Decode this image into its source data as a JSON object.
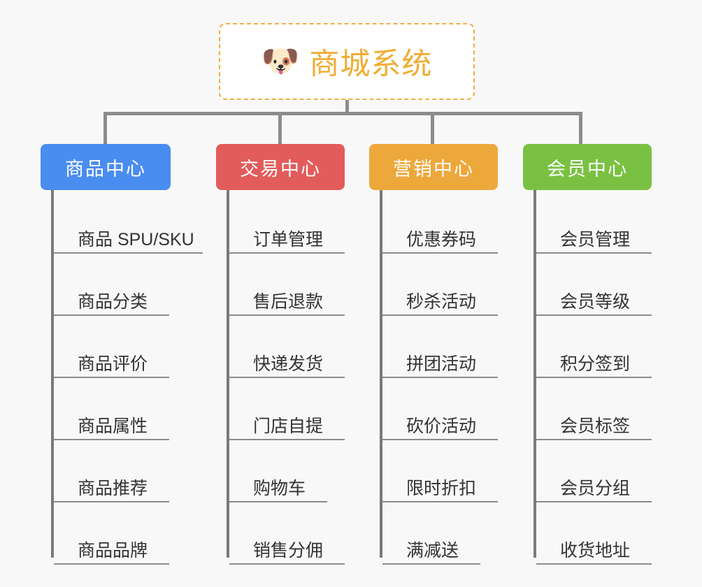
{
  "canvas": {
    "background": "#f8f8f8",
    "connector_color": "#8c8c8c"
  },
  "root": {
    "icon": "dog-face-icon",
    "icon_glyph": "🐶",
    "title": "商城系统",
    "title_color": "#f0ad34",
    "border_color": "#f0b040",
    "border_style": "dashed"
  },
  "branches": [
    {
      "id": "product-center",
      "label": "商品中心",
      "color": "#4a8df0",
      "items": [
        "商品 SPU/SKU",
        "商品分类",
        "商品评价",
        "商品属性",
        "商品推荐",
        "商品品牌"
      ]
    },
    {
      "id": "trade-center",
      "label": "交易中心",
      "color": "#e25c5c",
      "items": [
        "订单管理",
        "售后退款",
        "快递发货",
        "门店自提",
        "购物车",
        "销售分佣"
      ]
    },
    {
      "id": "marketing-center",
      "label": "营销中心",
      "color": "#eda83c",
      "items": [
        "优惠券码",
        "秒杀活动",
        "拼团活动",
        "砍价活动",
        "限时折扣",
        "满减送"
      ]
    },
    {
      "id": "member-center",
      "label": "会员中心",
      "color": "#7ac143",
      "items": [
        "会员管理",
        "会员等级",
        "积分签到",
        "会员标签",
        "会员分组",
        "收货地址"
      ]
    }
  ]
}
